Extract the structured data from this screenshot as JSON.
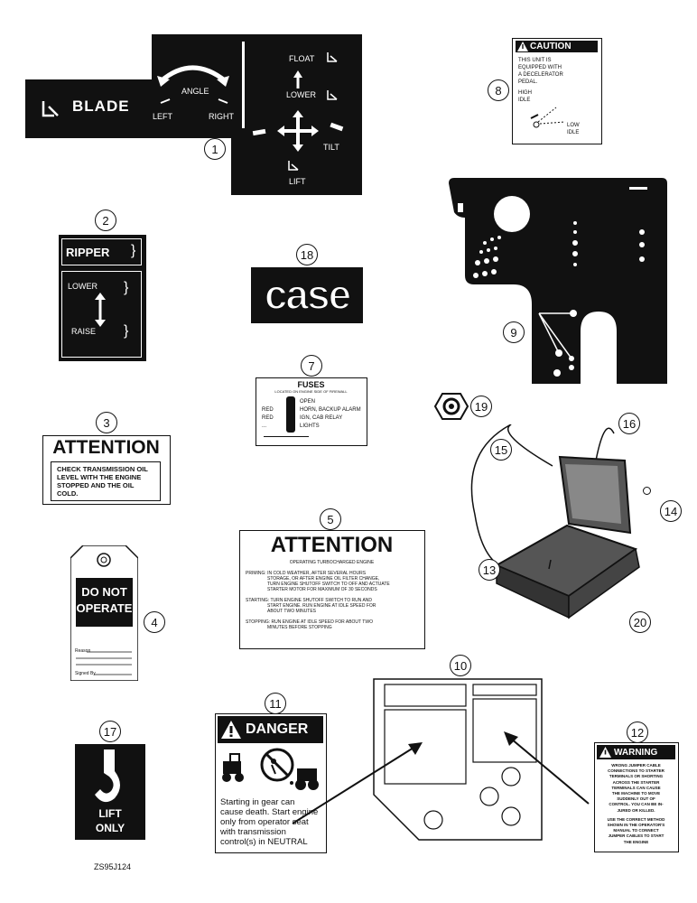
{
  "callouts": {
    "c1": "1",
    "c2": "2",
    "c3": "3",
    "c4": "4",
    "c5": "5",
    "c7": "7",
    "c8": "8",
    "c9": "9",
    "c10": "10",
    "c11": "11",
    "c12": "12",
    "c13": "13",
    "c14": "14",
    "c15": "15",
    "c16": "16",
    "c17": "17",
    "c18": "18",
    "c19": "19",
    "c20": "20"
  },
  "blade_decal": {
    "blade": "BLADE",
    "angle": "ANGLE",
    "left": "LEFT",
    "right": "RIGHT",
    "float": "FLOAT",
    "lower": "LOWER",
    "tilt": "TILT",
    "lift": "LIFT"
  },
  "caution_decal": {
    "header": "CAUTION",
    "line1": "THIS UNIT IS",
    "line2": "EQUIPPED WITH",
    "line3": "A DECELERATOR",
    "line4": "PEDAL.",
    "high1": "HIGH",
    "high2": "IDLE",
    "low1": "LOW",
    "low2": "IDLE"
  },
  "ripper_decal": {
    "ripper": "RIPPER",
    "lower": "LOWER",
    "raise": "RAISE"
  },
  "case_decal": {
    "logo": "case"
  },
  "fuses_decal": {
    "title": "FUSES",
    "subtitle": "LOCATED ON ENGINE SIDE OF FIREWALL",
    "rows": [
      {
        "color": "",
        "label": "OPEN"
      },
      {
        "color": "RED",
        "label": "HORN, BACKUP ALARM"
      },
      {
        "color": "RED",
        "label": "IGN, CAB RELAY"
      },
      {
        "color": "...",
        "label": "LIGHTS"
      }
    ]
  },
  "attention3": {
    "header": "ATTENTION",
    "l1": "CHECK TRANSMISSION OIL",
    "l2": "LEVEL WITH THE ENGINE",
    "l3": "STOPPED AND THE OIL",
    "l4": "COLD."
  },
  "attention5": {
    "header": "ATTENTION",
    "sub": "OPERATING TURBOCHARGED ENGINE",
    "p1a": "PRIMING:   IN COLD WEATHER, AFTER SEVERAL HOURS",
    "p1b": "STORAGE, OR AFTER ENGINE OIL FILTER CHANGE,",
    "p1c": "TURN ENGINE SHUTOFF SWITCH TO OFF AND ACTUATE",
    "p1d": "STARTER MOTOR FOR MAXIMUM OF 30 SECONDS",
    "p2a": "STARTING:   TURN ENGINE SHUTOFF SWITCH TO RUN AND",
    "p2b": "START ENGINE. RUN ENGINE AT IDLE SPEED FOR",
    "p2c": "ABOUT TWO MINUTES",
    "p3a": "STOPPING:   RUN ENGINE AT IDLE SPEED FOR ABOUT TWO",
    "p3b": "MINUTES BEFORE STOPPING"
  },
  "tag": {
    "l1": "DO NOT",
    "l2": "OPERATE",
    "reason": "Reason",
    "signed": "Signed By"
  },
  "danger": {
    "header": "DANGER",
    "l1": "Starting in gear can",
    "l2": "cause death. Start engine",
    "l3": "only from operator seat",
    "l4": "with transmission",
    "l5": "control(s) in NEUTRAL"
  },
  "warning": {
    "header": "WARNING",
    "l1": "WRONG JUMPER CABLE",
    "l2": "CONNECTIONS TO STARTER",
    "l3": "TERMINALS OR SHORTING",
    "l4": "ACROSS THE STARTER",
    "l5": "TERMINALS CAN CAUSE",
    "l6": "THE MACHINE TO MOVE",
    "l7": "SUDDENLY OUT OF",
    "l8": "CONTROL. YOU CAN BE IN-",
    "l9": "JURED OR KILLED.",
    "l10": "USE THE CORRECT METHOD",
    "l11": "SHOWN IN THE OPERATOR'S",
    "l12": "MANUAL TO CONNECT",
    "l13": "JUMPER CABLES TO START",
    "l14": "THE ENGINE"
  },
  "lift_only": {
    "l1": "LIFT",
    "l2": "ONLY"
  },
  "footer": {
    "code": "ZS95J124"
  }
}
